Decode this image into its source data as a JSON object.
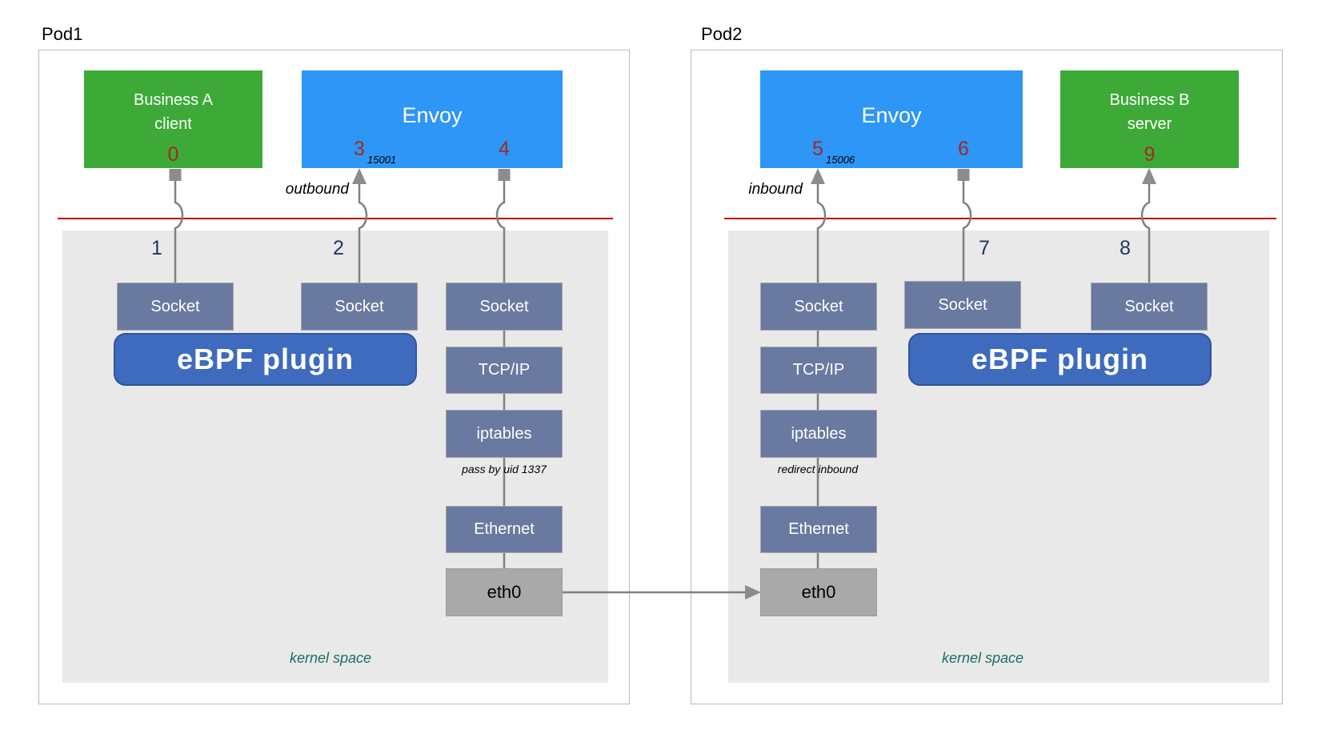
{
  "pod1": {
    "title": "Pod1",
    "client_line1": "Business A",
    "client_line2": "client",
    "client_num": "0",
    "envoy_label": "Envoy",
    "num3": "3",
    "port": "15001",
    "num4": "4",
    "flow_label": "outbound",
    "num1": "1",
    "num2": "2",
    "socket1": "Socket",
    "socket2": "Socket",
    "socket3": "Socket",
    "ebpf_label": "eBPF plugin",
    "tcpip": "TCP/IP",
    "iptables": "iptables",
    "iptables_note": "pass by uid 1337",
    "ethernet": "Ethernet",
    "eth0": "eth0",
    "kernel_label": "kernel space"
  },
  "pod2": {
    "title": "Pod2",
    "envoy_label": "Envoy",
    "num5": "5",
    "port": "15006",
    "num6": "6",
    "server_line1": "Business B",
    "server_line2": "server",
    "server_num": "9",
    "flow_label": "inbound",
    "num7": "7",
    "num8": "8",
    "socket1": "Socket",
    "socket2": "Socket",
    "socket3": "Socket",
    "ebpf_label": "eBPF plugin",
    "tcpip": "TCP/IP",
    "iptables": "iptables",
    "iptables_note": "redirect inbound",
    "ethernet": "Ethernet",
    "eth0": "eth0",
    "kernel_label": "kernel space"
  },
  "colors": {
    "business_green": "#3DAA38",
    "envoy_blue": "#2D96F6",
    "socket_slate": "#6A79A0",
    "ebpf_fill": "#3E6BBE",
    "ebpf_border": "#30549E",
    "eth0_gray": "#A9A9A9",
    "kernel_bg": "#E9E9E9",
    "divider_red": "#C00000",
    "step_red": "#A5281E",
    "step_navy": "#1B3966",
    "kernel_text_teal": "#1C6E62",
    "connector_gray": "#808080"
  }
}
